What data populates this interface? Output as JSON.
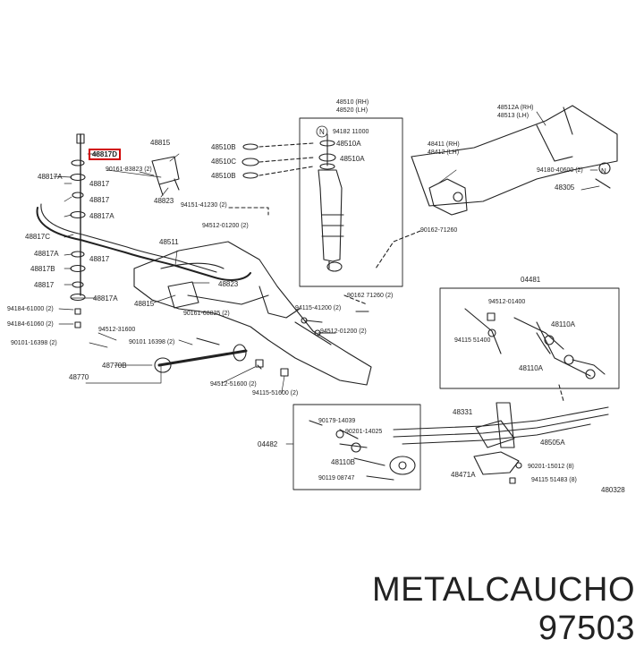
{
  "labels": {
    "l48817D": "48817D",
    "l48815": "48815",
    "l48817A_top": "48817A",
    "l48817_1": "48817",
    "l48817_2": "48817",
    "l48817A_2": "48817A",
    "l48817C": "48817C",
    "l48817A_3": "48817A",
    "l48817B": "48817B",
    "l48817_3": "48817",
    "l48817_4": "48817",
    "l48817A_4": "48817A",
    "l90161_83823": "90161-83823 (2)",
    "l48823_top": "48823",
    "l48511": "48511",
    "l48823_mid": "48823",
    "l48815_mid": "48815",
    "l94184_61000": "94184-61000 (2)",
    "l94184_61060": "94184-61060 (2)",
    "l94512_31600": "94512-31600",
    "l90101_16398_a": "90101-16398 (2)",
    "l90101_16398_b": "90101 16398 (2)",
    "l90161_68825": "90161-68825 (2)",
    "l48770B": "48770B",
    "l48770": "48770",
    "l94512_51600": "94512-51600 (2)",
    "l94115_51600": "94115-51600 (2)",
    "l48510RH": "48510 (RH)",
    "l48520LH": "48520 (LH)",
    "l94182_11000": "94182 11000",
    "l48510A_1": "48510A",
    "l48510A_2": "48510A",
    "l48510B_1": "48510B",
    "l48510C": "48510C",
    "l48510B_2": "48510B",
    "l94151_41230": "94151-41230 (2)",
    "l94512_01200": "94512-01200 (2)",
    "l90162_71260_a": "90162-71260",
    "l90162_71260_b": "90162 71260 (2)",
    "l94115_41200": "94115-41200 (2)",
    "l94512_01200_b": "94512-01200 (2)",
    "l48512A_RH": "48512A (RH)",
    "l48513_LH": "48513 (LH)",
    "l48411_RH": "48411 (RH)",
    "l48412_LH": "48412 (LH)",
    "l94180_40600": "94180-40600 (2)",
    "l48305": "48305",
    "l04481": "04481",
    "l94512_01400": "94512-01400",
    "l48110A_1": "48110A",
    "l94115_51400": "94115 51400",
    "l48110A_2": "48110A",
    "l04482": "04482",
    "l90179_14039": "90179-14039",
    "l90201_14025": "90201-14025",
    "l48331": "48331",
    "l48505A": "48505A",
    "l48110B": "48110B",
    "l90119_08747": "90119 08747",
    "l48471A": "48471A",
    "l90201_15012": "90201-15012 (8)",
    "l94115_51483": "94115 51483 (8)"
  },
  "ref_code": "480328",
  "brand_text": "METALCAUCHO 97503",
  "colors": {
    "highlight": "#d10000",
    "ink": "#222222"
  }
}
